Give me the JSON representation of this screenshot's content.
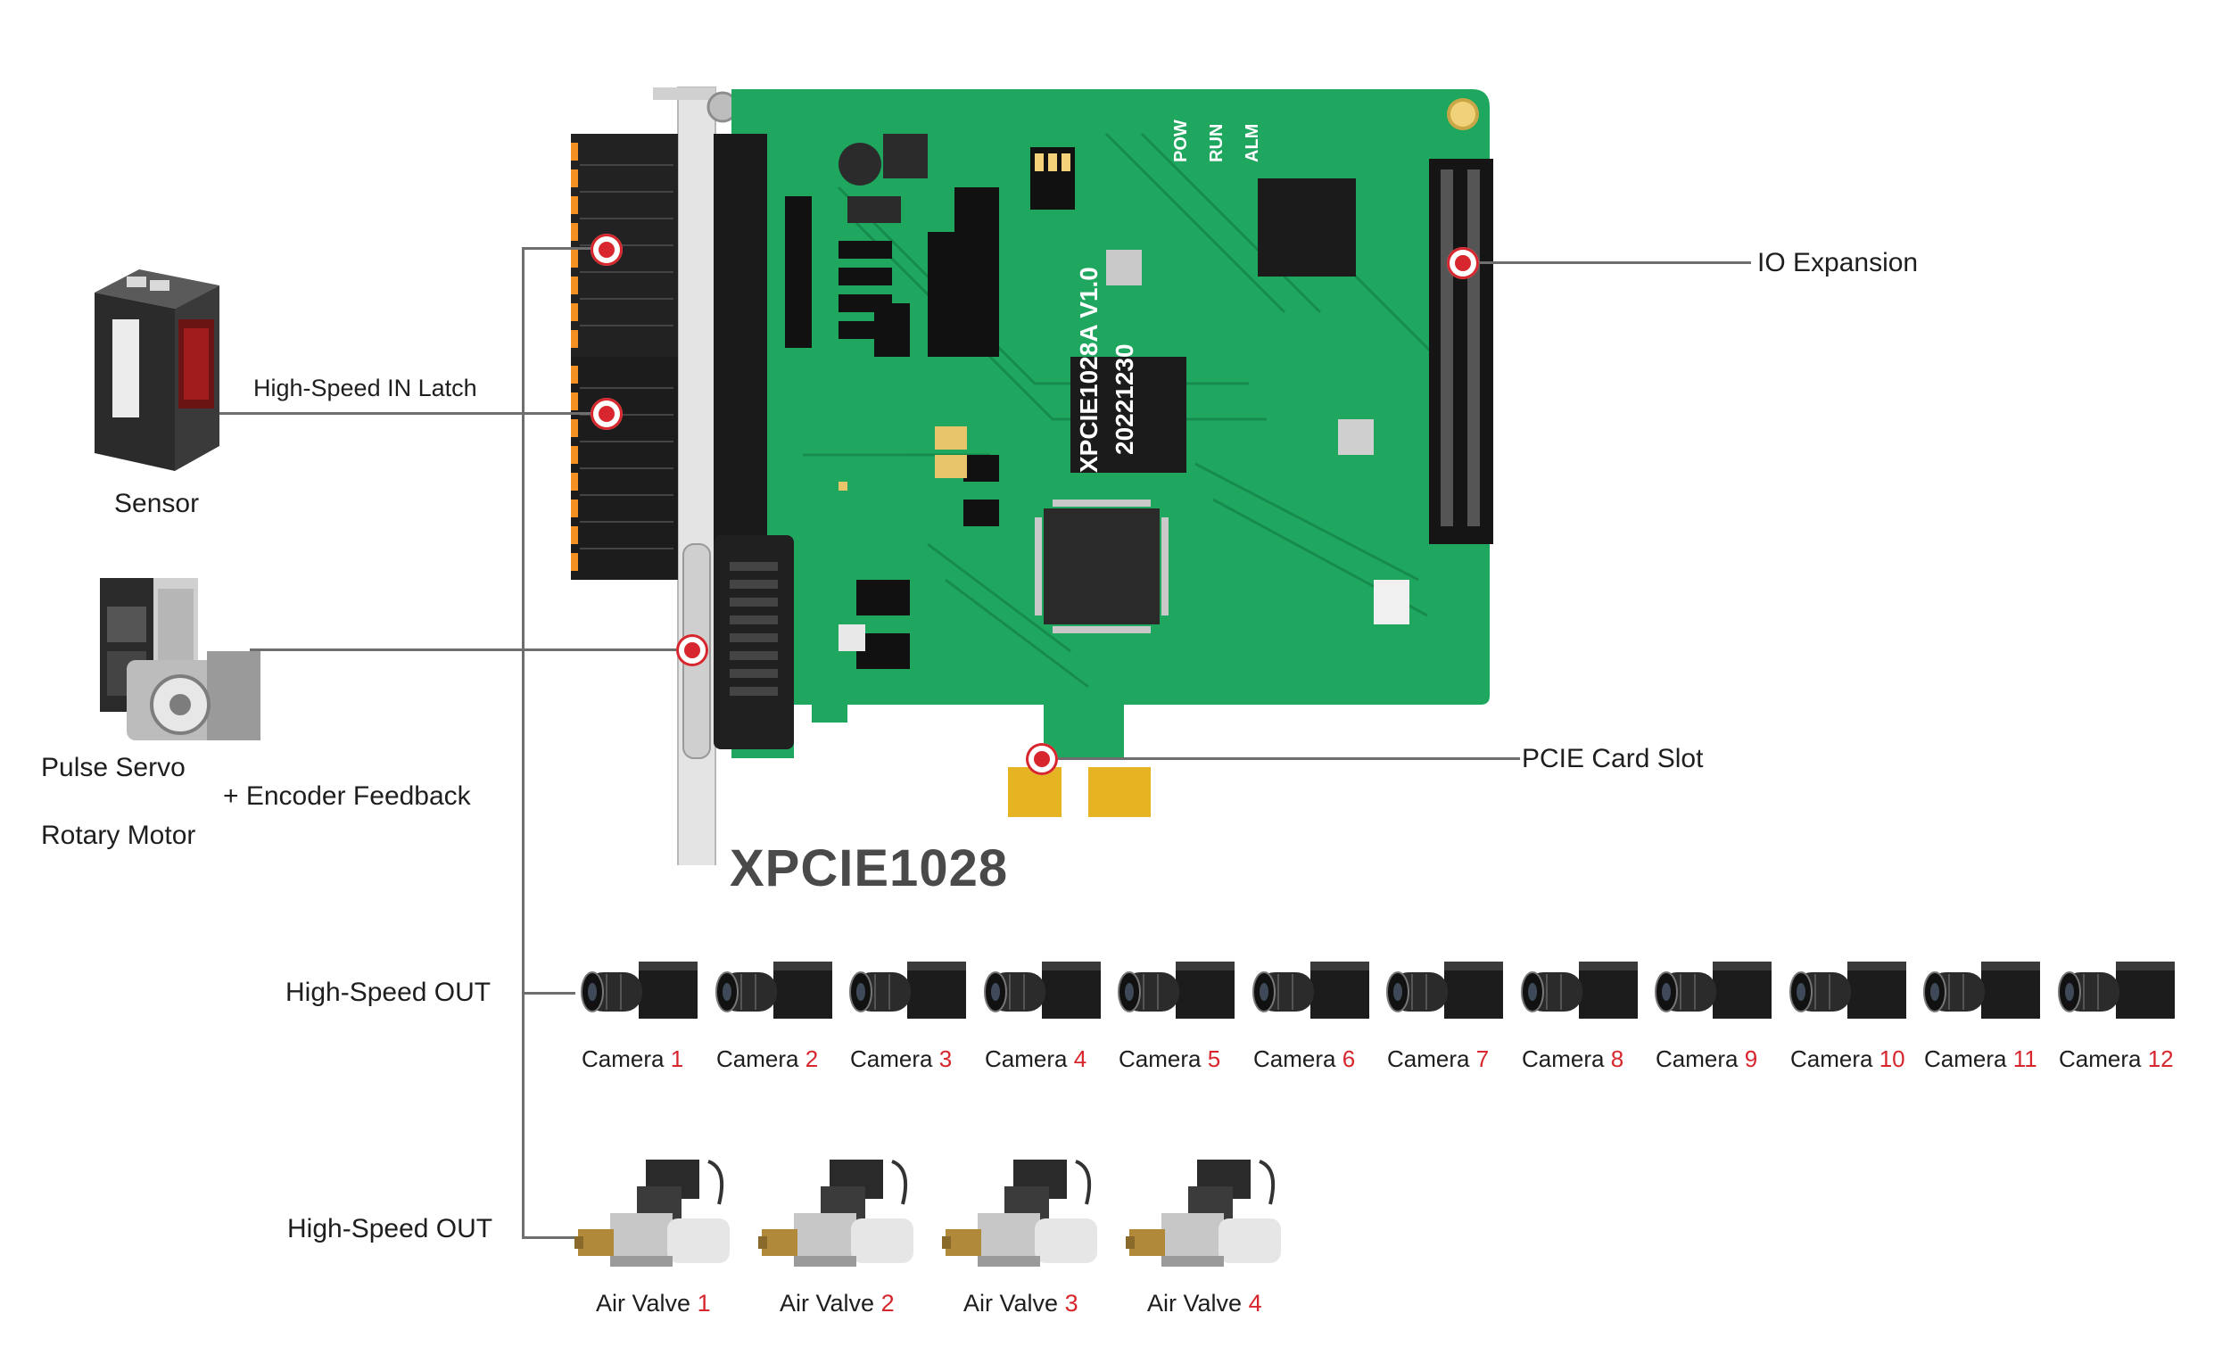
{
  "board": {
    "title": "XPCIE1028",
    "silk_model": "XPCIE1028A V1.0",
    "silk_date": "20221230",
    "silk_leds": [
      "POW",
      "RUN",
      "ALM"
    ],
    "colors": {
      "pcb": "#1fa760",
      "pcb_dark": "#17894d",
      "gold": "#e6b422",
      "marker": "#d7262d"
    }
  },
  "callouts": {
    "latch": "High-Speed IN Latch",
    "io_expansion": "IO Expansion",
    "pcie_slot": "PCIE Card Slot",
    "encoder": "+ Encoder Feedback",
    "out_cameras": "High-Speed OUT",
    "out_valves": "High-Speed OUT"
  },
  "devices": {
    "sensor": "Sensor",
    "servo_line1": "Pulse Servo",
    "servo_line2": "Rotary Motor"
  },
  "cameras": [
    {
      "name": "Camera",
      "num": "1"
    },
    {
      "name": "Camera",
      "num": "2"
    },
    {
      "name": "Camera",
      "num": "3"
    },
    {
      "name": "Camera",
      "num": "4"
    },
    {
      "name": "Camera",
      "num": "5"
    },
    {
      "name": "Camera",
      "num": "6"
    },
    {
      "name": "Camera",
      "num": "7"
    },
    {
      "name": "Camera",
      "num": "8"
    },
    {
      "name": "Camera",
      "num": "9"
    },
    {
      "name": "Camera",
      "num": "10"
    },
    {
      "name": "Camera",
      "num": "11"
    },
    {
      "name": "Camera",
      "num": "12"
    }
  ],
  "valves": [
    {
      "name": "Air Valve",
      "num": "1"
    },
    {
      "name": "Air Valve",
      "num": "2"
    },
    {
      "name": "Air Valve",
      "num": "3"
    },
    {
      "name": "Air Valve",
      "num": "4"
    }
  ],
  "icons": {
    "sensor": "photoelectric-sensor-icon",
    "servo": "servo-motor-icon",
    "camera": "industrial-camera-icon",
    "valve": "solenoid-air-valve-icon",
    "marker": "connection-point-marker-icon"
  }
}
